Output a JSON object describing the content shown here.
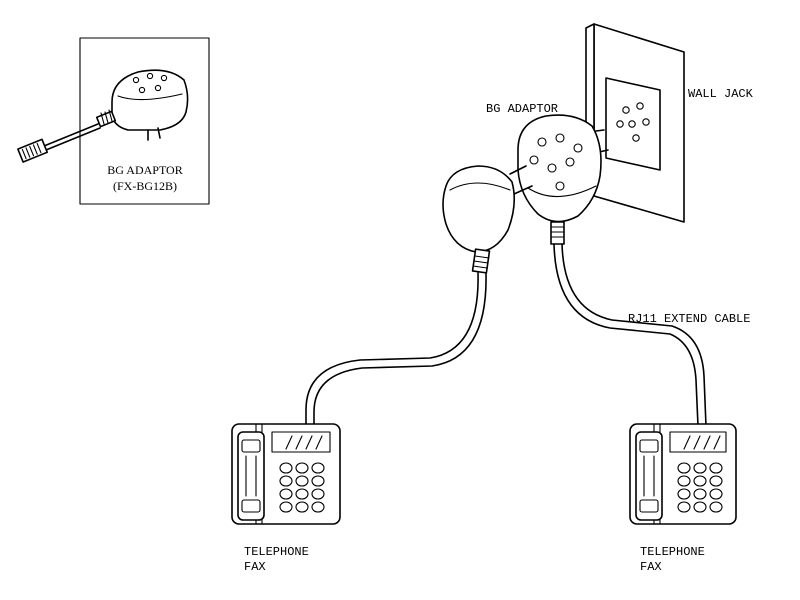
{
  "labels": {
    "inset_title": "BG ADAPTOR",
    "inset_model": "(FX-BG12B)",
    "adaptor": "BG ADAPTOR",
    "wall_jack": "WALL JACK",
    "cable": "RJ11 EXTEND CABLE",
    "device_left_line1": "TELEPHONE",
    "device_left_line2": "FAX",
    "device_right_line1": "TELEPHONE",
    "device_right_line2": "FAX"
  }
}
